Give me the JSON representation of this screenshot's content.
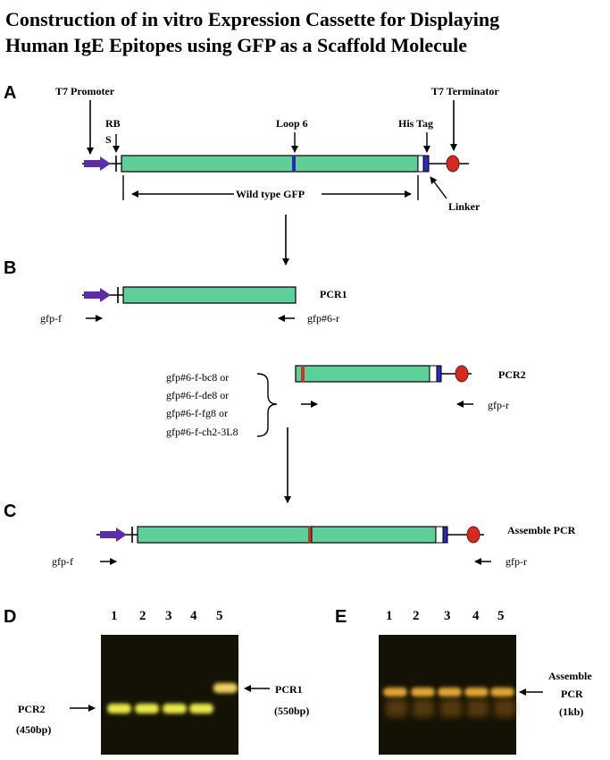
{
  "title_line1": "Construction of  in vitro Expression Cassette for Displaying",
  "title_line2": "Human IgE Epitopes using GFP as a Scaffold Molecule",
  "colors": {
    "gfp_fill": "#5fcf9a",
    "promoter": "#5a2ea6",
    "marker_blue": "#2a2ab8",
    "marker_red": "#c0392b",
    "terminator": "#d22b1f",
    "gel_bg": "#141204",
    "band_pcr2": "#e8e84a",
    "band_pcr1": "#f0d060",
    "band_assemble": "#e2a530"
  },
  "panel_a": {
    "letter": "A",
    "t7_promoter": "T7 Promoter",
    "rbs_1": "RB",
    "rbs_2": "S",
    "loop6": "Loop 6",
    "his_tag": "His  Tag",
    "t7_terminator": "T7  Terminator",
    "wild_type_gfp": "Wild type GFP",
    "linker": "Linker"
  },
  "panel_b": {
    "letter": "B",
    "pcr1": "PCR1",
    "gfp_f": "gfp-f",
    "gfp6_r": "gfp#6-r",
    "pcr2": "PCR2",
    "gfp_r": "gfp-r",
    "primers": [
      "gfp#6-f-bc8 or",
      "gfp#6-f-de8 or",
      "gfp#6-f-fg8 or",
      "gfp#6-f-ch2-3L8"
    ]
  },
  "panel_c": {
    "letter": "C",
    "assemble": "Assemble PCR",
    "gfp_f": "gfp-f",
    "gfp_r": "gfp-r"
  },
  "panel_d": {
    "letter": "D",
    "lanes": [
      "1",
      "2",
      "3",
      "4",
      "5"
    ],
    "pcr2_label": "PCR2",
    "pcr2_size": "(450bp)",
    "pcr1_label": "PCR1",
    "pcr1_size": "(550bp)"
  },
  "panel_e": {
    "letter": "E",
    "lanes": [
      "1",
      "2",
      "3",
      "4",
      "5"
    ],
    "label_1": "Assemble",
    "label_2": "PCR",
    "label_3": "(1kb)"
  }
}
